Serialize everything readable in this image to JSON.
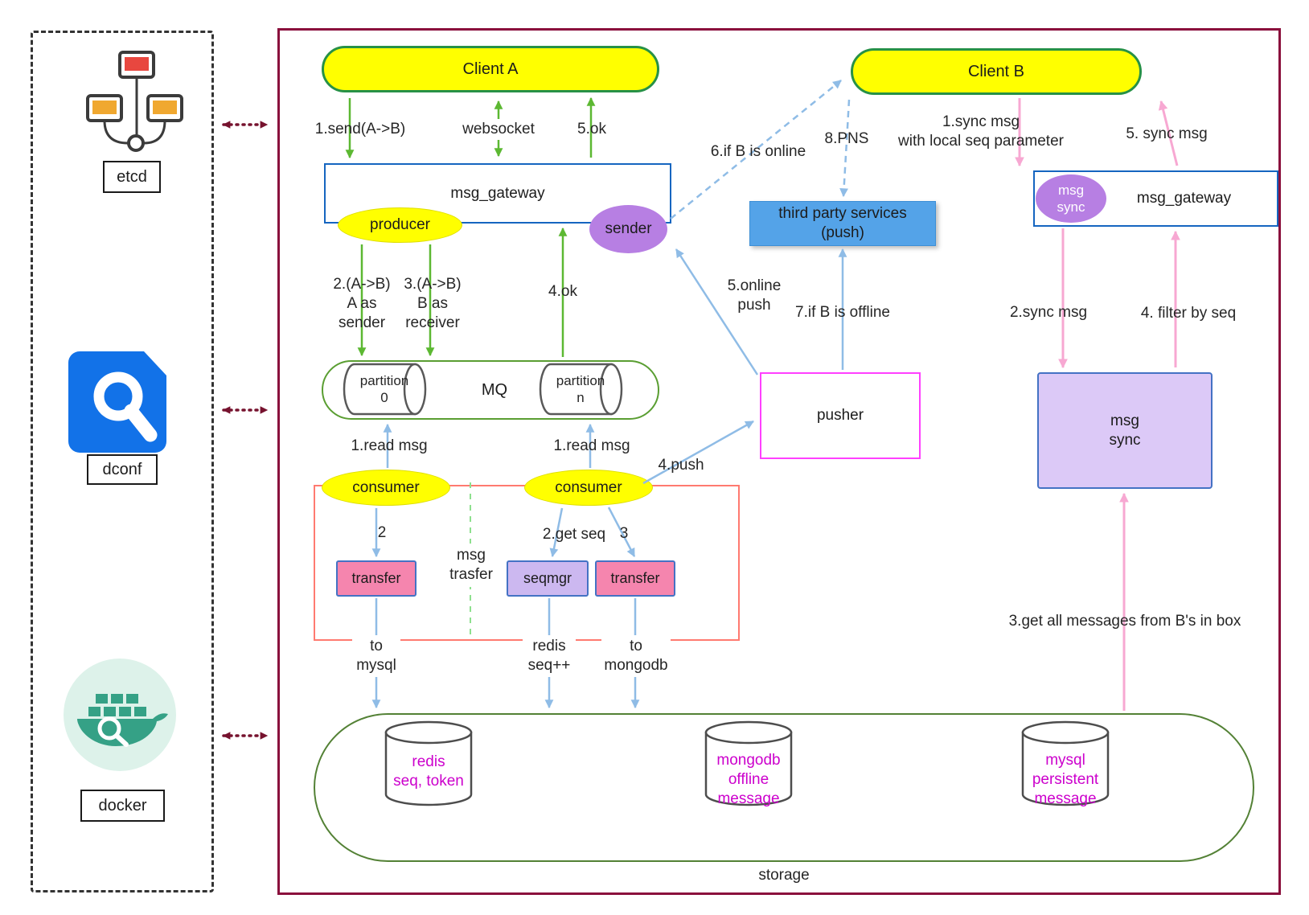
{
  "sidebar": {
    "items": [
      {
        "label": "etcd"
      },
      {
        "label": "dconf"
      },
      {
        "label": "docker"
      }
    ]
  },
  "nodes": {
    "client_a": "Client A",
    "client_b": "Client B",
    "msg_gateway_left": "msg_gateway",
    "msg_gateway_right": "msg_gateway",
    "producer": "producer",
    "sender": "sender",
    "mq": "MQ",
    "partition_0": "partition\n0",
    "partition_n": "partition\nn",
    "consumer_left": "consumer",
    "consumer_right": "consumer",
    "msg_transfer_group": "msg\ntrasfer",
    "transfer_left": "transfer",
    "seqmgr": "seqmgr",
    "transfer_right": "transfer",
    "pusher": "pusher",
    "third_party_services": "third party services\n(push)",
    "msg_sync_badge": "msg\nsync",
    "msg_sync_service": "msg\nsync",
    "storage": "storage",
    "redis": "redis\nseq, token",
    "mongodb": "mongodb\noffline\nmessage",
    "mysql": "mysql\npersistent\nmessage"
  },
  "edges": {
    "send_a_b": "1.send(A->B)",
    "websocket": "websocket",
    "ok_5": "5.ok",
    "a_as_sender": "2.(A->B)\nA as\nsender",
    "b_as_receiver": "3.(A->B)\nB as\nreceiver",
    "ok_4": "4.ok",
    "read_msg_left": "1.read msg",
    "read_msg_right": "1.read msg",
    "step_2": "2",
    "get_seq": "2.get seq",
    "step_3": "3",
    "push_4": "4.push",
    "to_mysql": "to\nmysql",
    "redis_seq": "redis\nseq++",
    "to_mongodb": "to\nmongodb",
    "online_push": "5.online\npush",
    "if_b_online": "6.if B is online",
    "if_b_offline": "7.if B is offline",
    "pns": "8.PNS",
    "sync_msg_1": "1.sync msg\nwith local seq parameter",
    "sync_msg_5": "5. sync msg",
    "sync_msg_2": "2.sync msg",
    "filter_by_seq": "4. filter by seq",
    "get_all_messages": "3.get all messages from B's in box"
  },
  "colors": {
    "node_yellow": "#ffff00",
    "node_purple": "#b77fe3",
    "node_light_purple": "#dcc9f7",
    "node_pink": "#f585ae",
    "node_blue": "#54a3e8",
    "arrow_green": "#5cb832",
    "arrow_blue": "#8fbce6",
    "arrow_pink": "#f7a8d2",
    "border_maroon": "#8a0f3c",
    "db_text": "#cc00cc"
  }
}
